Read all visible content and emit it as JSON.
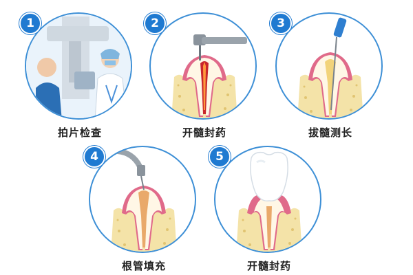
{
  "steps": [
    {
      "number": "1",
      "label": "拍片检查"
    },
    {
      "number": "2",
      "label": "开髓封药"
    },
    {
      "number": "3",
      "label": "拔髓测长"
    },
    {
      "number": "4",
      "label": "根管填充"
    },
    {
      "number": "5",
      "label": "开髓封药"
    }
  ],
  "colors": {
    "accent": "#1f7ad1",
    "ring": "#3d8fd6",
    "bone": "#f4e3a8",
    "gum": "#e06a8a",
    "pulp": "#c8262c",
    "enamel": "#ffffff"
  }
}
